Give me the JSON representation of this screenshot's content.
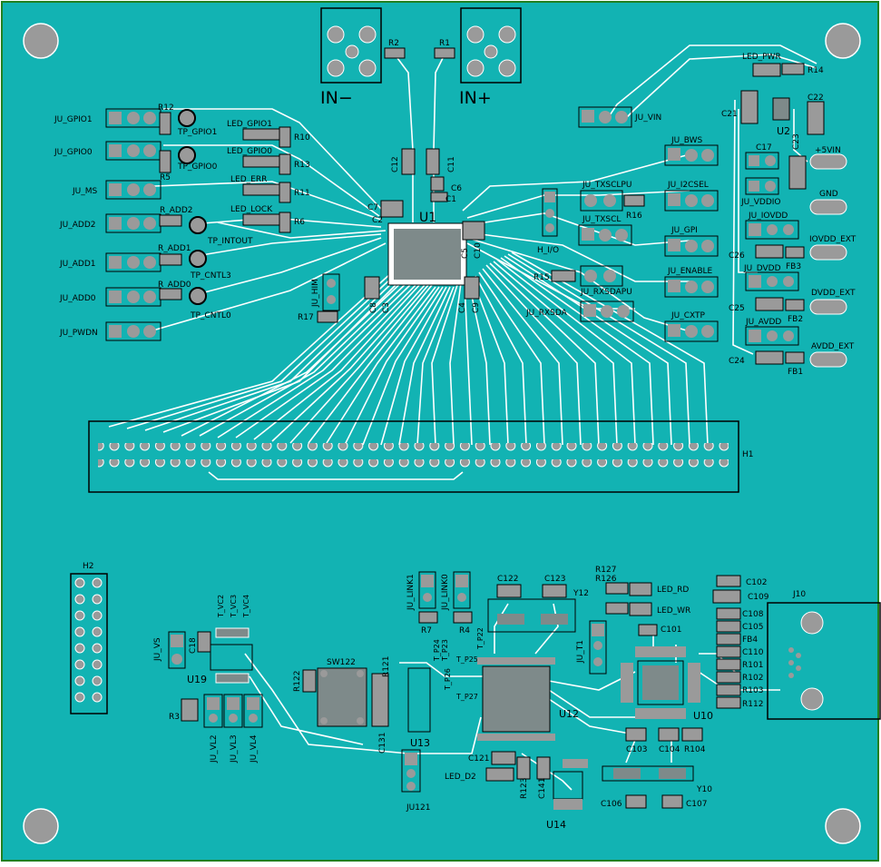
{
  "board": {
    "colors": {
      "substrate": "#12b3b3",
      "trace": "#ffffff",
      "pad": "#9a9a9a",
      "silk": "#000000",
      "outline": "#208020",
      "chip": "#7e8a8a"
    },
    "connectors": {
      "in_minus": "IN−",
      "in_plus": "IN+",
      "h1": "H1",
      "h2": "H2",
      "j10": "J10"
    },
    "chips": {
      "u1": "U1",
      "u2": "U2",
      "u10": "U10",
      "u12": "U12",
      "u13": "U13",
      "u14": "U14",
      "u19": "U19",
      "sw122": "SW122",
      "y10": "Y10",
      "y12": "Y12"
    },
    "left_jumpers": {
      "gpio1": "JU_GPIO1",
      "gpio0": "JU_GPIO0",
      "ms": "JU_MS",
      "add2": "JU_ADD2",
      "add1": "JU_ADD1",
      "add0": "JU_ADD0",
      "pwdn": "JU_PWDN",
      "tp_gpio1": "TP_GPIO1",
      "tp_gpio0": "TP_GPIO0",
      "tp_intout": "TP_INTOUT",
      "tp_cntl3": "TP_CNTL3",
      "tp_cntl0": "TP_CNTL0",
      "r12": "R12",
      "r5": "R5",
      "r_add2": "R_ADD2",
      "r_add1": "R_ADD1",
      "r_add0": "R_ADD0"
    },
    "leds_mid": {
      "gpio1": "LED_GPIO1",
      "gpio0": "LED_GPIO0",
      "err": "LED_ERR",
      "lock": "LED_LOCK",
      "r10": "R10",
      "r13": "R13",
      "r11": "R11",
      "r6": "R6"
    },
    "around_u1": {
      "r2": "R2",
      "r1": "R1",
      "c12": "C12",
      "c11": "C11",
      "c6": "C6",
      "c1": "C1",
      "c7": "C7",
      "c2": "C2",
      "c5": "C5",
      "c10": "C10",
      "c8": "C8",
      "c3": "C3",
      "c4": "C4",
      "c9": "C9",
      "ju_him": "JU_HIM",
      "r17": "R17"
    },
    "right_jumpers": {
      "vin": "JU_VIN",
      "bws": "JU_BWS",
      "txsclpu": "JU_TXSCLPU",
      "r16": "R16",
      "i2csel": "JU_I2CSEL",
      "txscl": "JU_TXSCL",
      "h_io": "H_I/O",
      "gpi": "JU_GPI",
      "r15": "R15",
      "enable": "JU_ENABLE",
      "rxsdapu": "JU_RXSDAPU",
      "rxsda": "JU_RXSDA",
      "cxtp": "JU_CXTP"
    },
    "power": {
      "led_pwr": "LED_PWR",
      "r14": "R14",
      "c21": "C21",
      "c22": "C22",
      "c23": "C23",
      "c17": "C17",
      "plus5vin": "+5VIN",
      "gnd": "GND",
      "vddio": "JU_VDDIO",
      "iovdd": "JU_IOVDD",
      "c26": "C26",
      "dvdd": "JU_DVDD",
      "fb3": "FB3",
      "iovdd_ext": "IOVDD_EXT",
      "c25": "C25",
      "avdd": "JU_AVDD",
      "fb2": "FB2",
      "dvdd_ext": "DVDD_EXT",
      "c24": "C24",
      "fb1": "FB1",
      "avdd_ext": "AVDD_EXT"
    },
    "bottom": {
      "ju_vs": "JU_VS",
      "c18": "C18",
      "t_vc2": "T_VC2",
      "t_vc3": "T_VC3",
      "t_vc4": "T_VC4",
      "r3": "R3",
      "vl2": "JU_VL2",
      "vl3": "JU_VL3",
      "vl4": "JU_VL4",
      "r122": "R122",
      "r121": "R121",
      "c131": "C131",
      "ju121": "JU121",
      "link1": "JU_LINK1",
      "link0": "JU_LINK0",
      "r7": "R7",
      "r4": "R4",
      "tp24": "T_P24",
      "tp23": "T_P23",
      "tp22": "T_P22",
      "tp25": "T_P25",
      "tp26": "T_P26",
      "tp27": "T_P27",
      "c122": "C122",
      "c123": "C123",
      "r127": "R127",
      "r126": "R126",
      "led_rd": "LED_RD",
      "led_wr": "LED_WR",
      "c101": "C101",
      "ju_t1": "JU_T1",
      "c121": "C121",
      "led_d2": "LED_D2",
      "r123": "R123",
      "c141": "C141",
      "c103": "C103",
      "c104": "C104",
      "r104": "R104",
      "c106": "C106",
      "c107": "C107",
      "c102": "C102",
      "c109": "C109",
      "c108": "C108",
      "c105": "C105",
      "fb4": "FB4",
      "c110": "C110",
      "r101": "R101",
      "r102": "R102",
      "r103": "R103",
      "r112": "R112"
    }
  }
}
